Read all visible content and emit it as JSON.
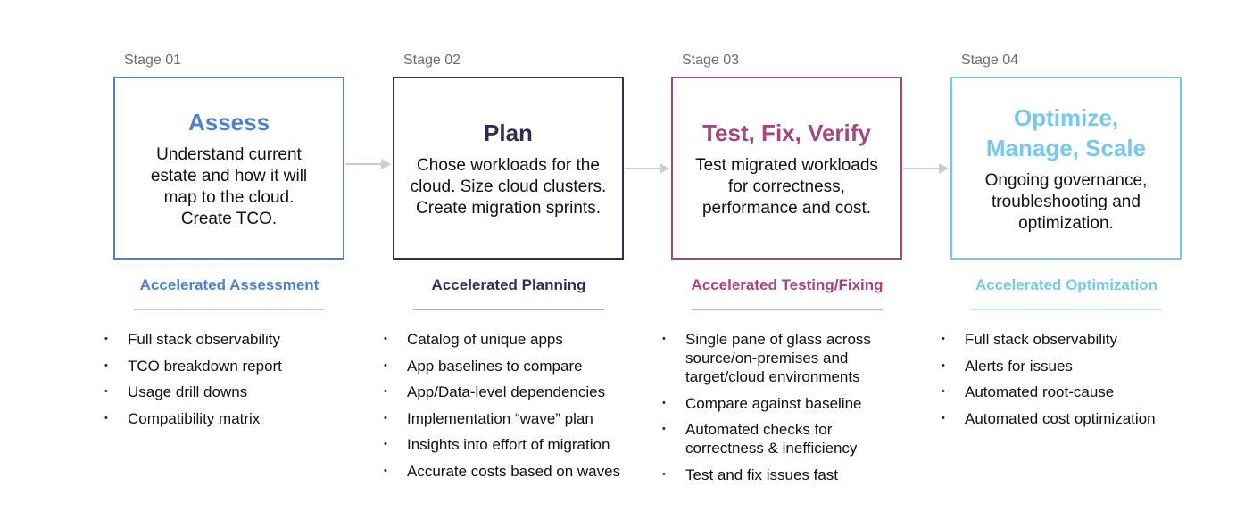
{
  "stages": [
    {
      "label": "Stage 01",
      "title": "Assess",
      "description": "Understand current estate and how it will map to the cloud. Create TCO.",
      "accelerator": "Accelerated Assessment",
      "color": "#4f7fd8",
      "line_color": "#b8c9ec",
      "features": [
        "Full stack observability",
        "TCO breakdown report",
        "Usage drill downs",
        "Compatibility matrix"
      ]
    },
    {
      "label": "Stage 02",
      "title": "Plan",
      "description": "Chose workloads for the cloud. Size cloud clusters. Create migration sprints.",
      "accelerator": "Accelerated Planning",
      "color": "#2f2f55",
      "line_color": "#a7a7b8",
      "features": [
        "Catalog of unique apps",
        "App baselines to compare",
        "App/Data-level dependencies",
        "Implementation “wave” plan",
        "Insights into effort of migration",
        "Accurate costs based on waves"
      ]
    },
    {
      "label": "Stage 03",
      "title": "Test, Fix, Verify",
      "description": "Test migrated workloads for correctness, performance and cost.",
      "accelerator": "Accelerated Testing/Fixing",
      "color": "#a8457f",
      "line_color": "#d7a8c6",
      "features": [
        "Single pane of glass across source/on-premises and target/cloud environments",
        "Compare against baseline",
        "Automated checks for correctness & inefficiency",
        "Test and fix issues fast"
      ]
    },
    {
      "label": "Stage 04",
      "title": "Optimize, Manage, Scale",
      "description": "Ongoing governance, troubleshooting and optimization.",
      "accelerator": "Accelerated Optimization",
      "color": "#76c8ec",
      "line_color": "#bfe4f5",
      "features": [
        "Full stack observability",
        "Alerts for issues",
        "Automated root-cause",
        "Automated cost optimization"
      ]
    }
  ],
  "connector_color": "#cccccc"
}
